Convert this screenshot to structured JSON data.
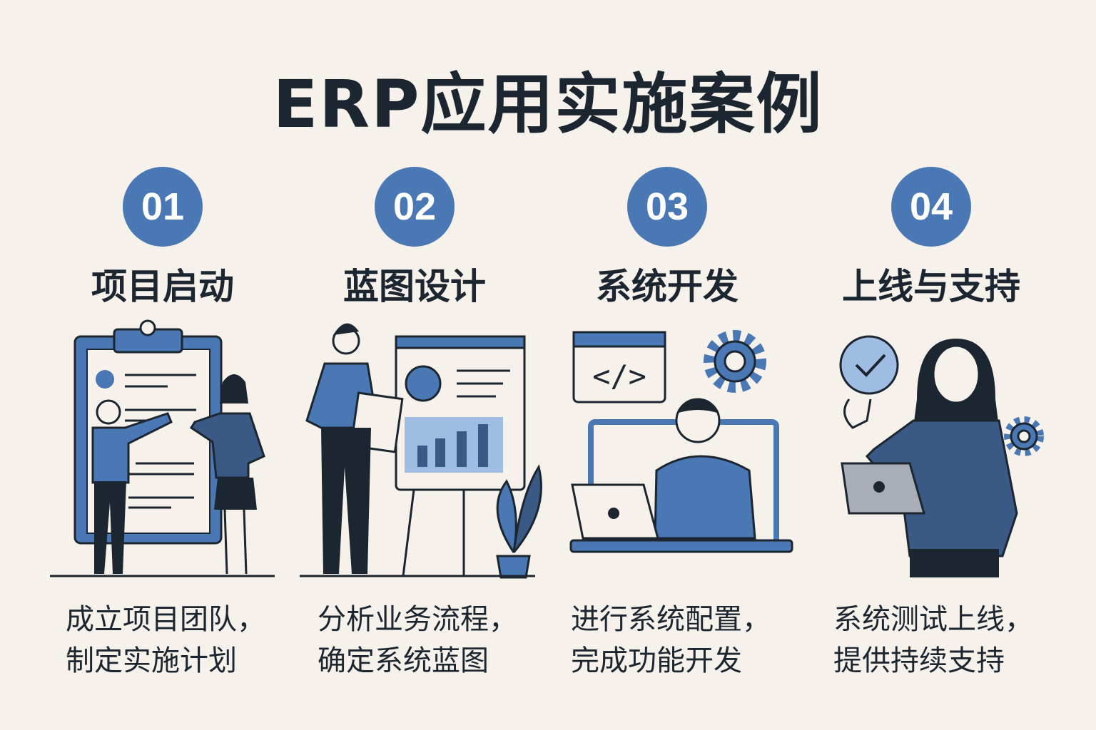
{
  "title": "ERP应用实施案例",
  "colors": {
    "accent": "#4a78b5",
    "dark": "#1c2630",
    "background": "#f6f1ea",
    "light_blue": "#9fbde3"
  },
  "steps": [
    {
      "number": "01",
      "title": "项目启动",
      "desc_line1": "成立项目团队，",
      "desc_line2": "制定实施计划",
      "icon": "clipboard-team-icon"
    },
    {
      "number": "02",
      "title": "蓝图设计",
      "desc_line1": "分析业务流程，",
      "desc_line2": "确定系统蓝图",
      "icon": "presentation-board-icon"
    },
    {
      "number": "03",
      "title": "系统开发",
      "desc_line1": "进行系统配置，",
      "desc_line2": "完成功能开发",
      "icon": "developer-laptop-icon"
    },
    {
      "number": "04",
      "title": "上线与支持",
      "desc_line1": "系统测试上线，",
      "desc_line2": "提供持续支持",
      "icon": "support-check-icon"
    }
  ]
}
